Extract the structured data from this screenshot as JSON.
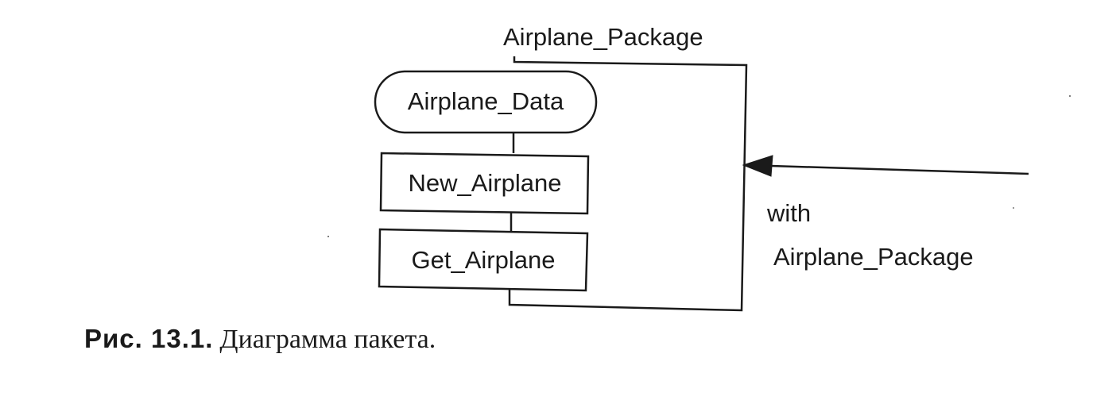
{
  "diagram": {
    "package_name": "Airplane_Package",
    "elements": [
      {
        "label": "Airplane_Data",
        "shape": "rounded"
      },
      {
        "label": "New_Airplane",
        "shape": "rectangle"
      },
      {
        "label": "Get_Airplane",
        "shape": "rectangle"
      }
    ],
    "dependency_label_line1": "with",
    "dependency_label_line2": "Airplane_Package",
    "line_color": "#1a1a1a"
  },
  "caption": {
    "number": "Рис. 13.1.",
    "text": "Диаграмма пакета."
  }
}
